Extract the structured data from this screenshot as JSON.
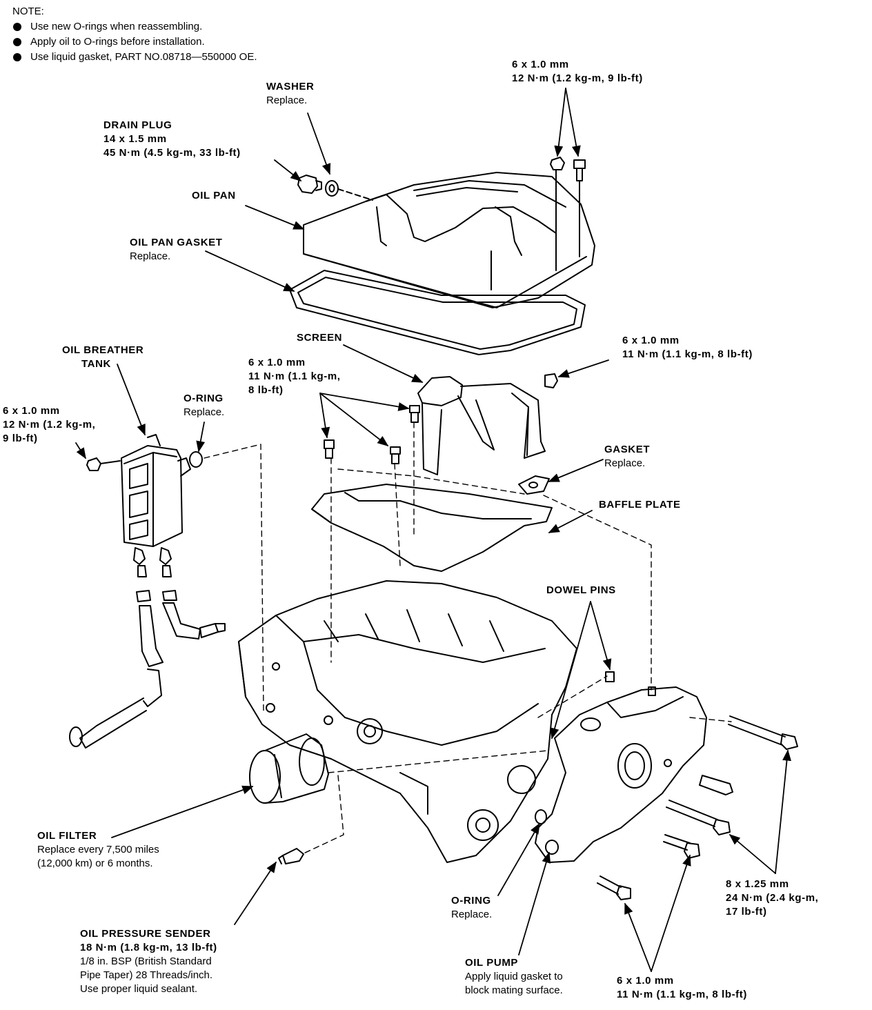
{
  "note": {
    "title": "NOTE:",
    "items": [
      "Use new O-rings when reassembling.",
      "Apply oil to O-rings before installation.",
      "Use liquid gasket, PART NO.08718—550000 OE."
    ]
  },
  "labels": {
    "washer": {
      "title": "WASHER",
      "sub": [
        "Replace."
      ]
    },
    "drain_plug": {
      "title": "DRAIN PLUG",
      "bold_lines": [
        "14 x 1.5 mm",
        "45 N·m (4.5 kg-m, 33 lb-ft)"
      ]
    },
    "oil_pan": {
      "title": "OIL PAN"
    },
    "oil_pan_gasket": {
      "title": "OIL PAN GASKET",
      "sub": [
        "Replace."
      ]
    },
    "top_bolt": {
      "bold_lines": [
        "6 x 1.0 mm",
        "12 N·m (1.2 kg-m, 9 lb-ft)"
      ]
    },
    "oil_breather_tank": {
      "bold_lines": [
        "OIL BREATHER",
        "TANK"
      ]
    },
    "screen": {
      "title": "SCREEN"
    },
    "screen_bolt": {
      "bold_lines": [
        "6 x 1.0 mm",
        "11 N·m (1.1 kg-m,",
        "8 lb-ft)"
      ]
    },
    "right_nut": {
      "bold_lines": [
        "6 x 1.0 mm",
        "11 N·m (1.1 kg-m, 8 lb-ft)"
      ]
    },
    "breather_bolt": {
      "bold_lines": [
        "6 x 1.0 mm",
        "12 N·m (1.2 kg-m,",
        "9 lb-ft)"
      ]
    },
    "o_ring_top": {
      "title": "O-RING",
      "sub": [
        "Replace."
      ]
    },
    "gasket": {
      "title": "GASKET",
      "sub": [
        "Replace."
      ]
    },
    "baffle_plate": {
      "title": "BAFFLE PLATE"
    },
    "dowel_pins": {
      "title": "DOWEL PINS"
    },
    "oil_filter": {
      "title": "OIL FILTER",
      "sub": [
        "Replace every 7,500 miles",
        "(12,000 km) or 6 months."
      ]
    },
    "pump_bolt_8": {
      "bold_lines": [
        "8 x 1.25 mm",
        "24 N·m (2.4 kg-m,",
        "17 lb-ft)"
      ]
    },
    "o_ring_bottom": {
      "title": "O-RING",
      "sub": [
        "Replace."
      ]
    },
    "oil_pressure_sender": {
      "bold_lines": [
        "OIL PRESSURE SENDER",
        "18 N·m (1.8 kg-m, 13 lb-ft)"
      ],
      "sub": [
        "1/8 in. BSP (British Standard",
        "Pipe Taper) 28 Threads/inch.",
        "Use proper liquid sealant."
      ]
    },
    "oil_pump": {
      "title": "OIL PUMP",
      "sub": [
        "Apply liquid gasket to",
        "block mating surface."
      ]
    },
    "pump_bolt_6": {
      "bold_lines": [
        "6 x 1.0 mm",
        "11 N·m (1.1 kg-m, 8 lb-ft)"
      ]
    }
  }
}
